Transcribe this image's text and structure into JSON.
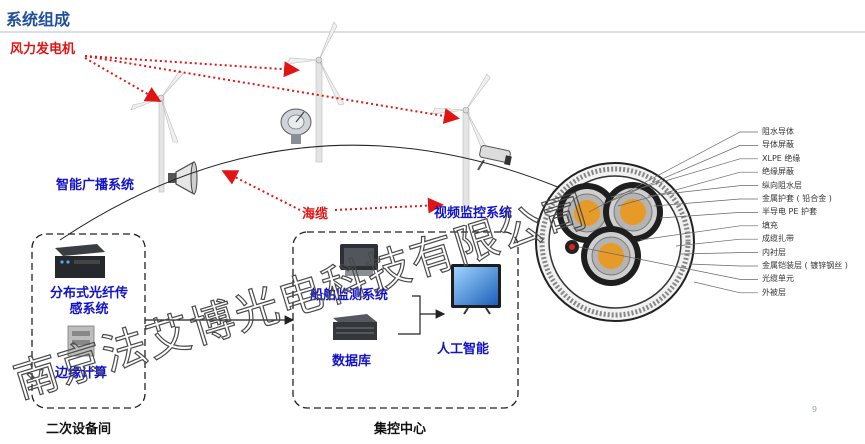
{
  "title": "系统组成",
  "wind_power_label": "风力发电机",
  "broadcast_label": "智能广播系统",
  "video_label": "视频监控系统",
  "cable_label": "海缆",
  "dts_label": "分布式光纤传感系统",
  "edge_label": "边缘计算",
  "secondary_room_label": "二次设备间",
  "ship_label": "船舶监测系统",
  "db_label": "数据库",
  "ai_label": "人工智能",
  "control_center_label": "集控中心",
  "page_number": "9",
  "watermark": "南京法艾博光电科技有限公司",
  "cable_layers": [
    "阻水导体",
    "导体屏蔽",
    "XLPE 绝缘",
    "绝缘屏蔽",
    "纵向阻水层",
    "金属护套 ( 铅合金 )",
    "半导电 PE 护套",
    "填充",
    "成缆扎带",
    "内衬层",
    "金属铠装层 ( 镀锌钢丝 )",
    "光缆单元",
    "外被层"
  ],
  "colors": {
    "title": "#1f4e9c",
    "blue_label": "#1212c8",
    "red": "#e11414",
    "watermark": "#4a4a4a"
  }
}
